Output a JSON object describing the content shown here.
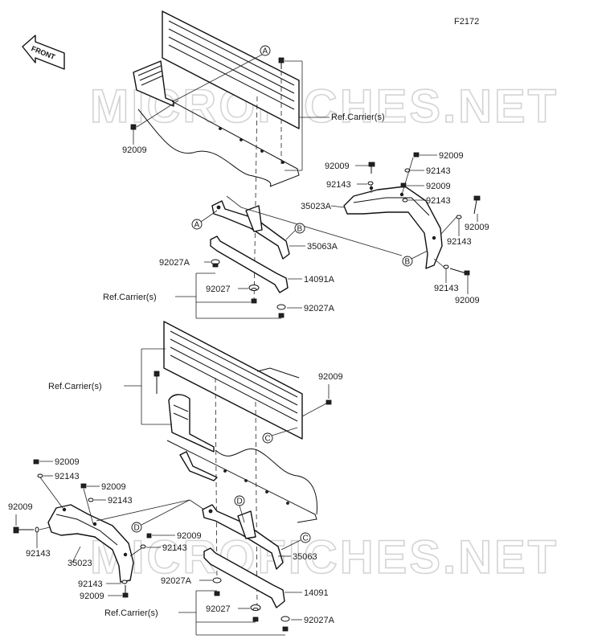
{
  "figure_code": "F2172",
  "front_label": "FRONT",
  "watermark": "MICROFICHES.NET",
  "callouts": {
    "a": "A",
    "b": "B",
    "c": "C",
    "d": "D"
  },
  "labels": {
    "ref_carrier": "Ref.Carrier(s)",
    "p92009": "92009",
    "p92143": "92143",
    "p35023A": "35023A",
    "p35023": "35023",
    "p35063A": "35063A",
    "p35063": "35063",
    "p14091A": "14091A",
    "p14091": "14091",
    "p92027A": "92027A",
    "p92027": "92027"
  }
}
